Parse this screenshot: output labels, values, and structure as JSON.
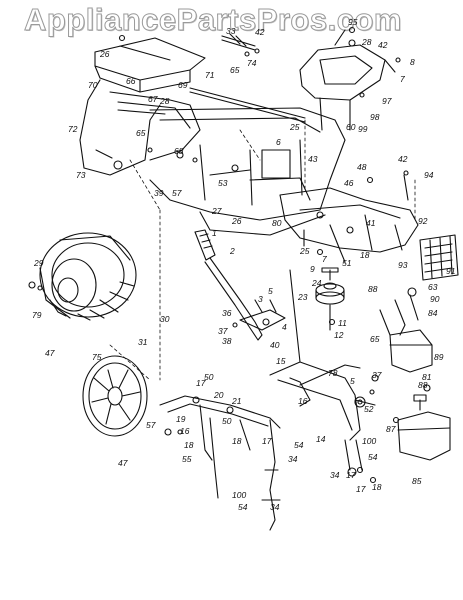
{
  "watermark": "AppliancePartsPros.com",
  "colors": {
    "ink": "#111111",
    "paper": "#ffffff"
  },
  "callouts": [
    "26",
    "70",
    "66",
    "67",
    "28",
    "69",
    "65",
    "71",
    "72",
    "73",
    "68",
    "39",
    "57",
    "33",
    "74",
    "42",
    "65",
    "95",
    "28",
    "42",
    "8",
    "7",
    "97",
    "98",
    "99",
    "60",
    "25",
    "6",
    "43",
    "53",
    "26",
    "27",
    "1",
    "48",
    "46",
    "42",
    "94",
    "80",
    "41",
    "92",
    "25",
    "9",
    "7",
    "51",
    "18",
    "93",
    "91",
    "90",
    "63",
    "84",
    "88",
    "23",
    "24",
    "11",
    "12",
    "2",
    "5",
    "3",
    "36",
    "37",
    "38",
    "4",
    "40",
    "29",
    "79",
    "47",
    "30",
    "31",
    "75",
    "47",
    "65",
    "89",
    "81",
    "15",
    "78",
    "5",
    "37",
    "88",
    "17",
    "50",
    "20",
    "21",
    "19",
    "57",
    "16",
    "52",
    "18",
    "16",
    "50",
    "18",
    "17",
    "34",
    "54",
    "14",
    "100",
    "54",
    "17",
    "18",
    "34",
    "17",
    "87",
    "85",
    "55",
    "100",
    "54",
    "34"
  ]
}
